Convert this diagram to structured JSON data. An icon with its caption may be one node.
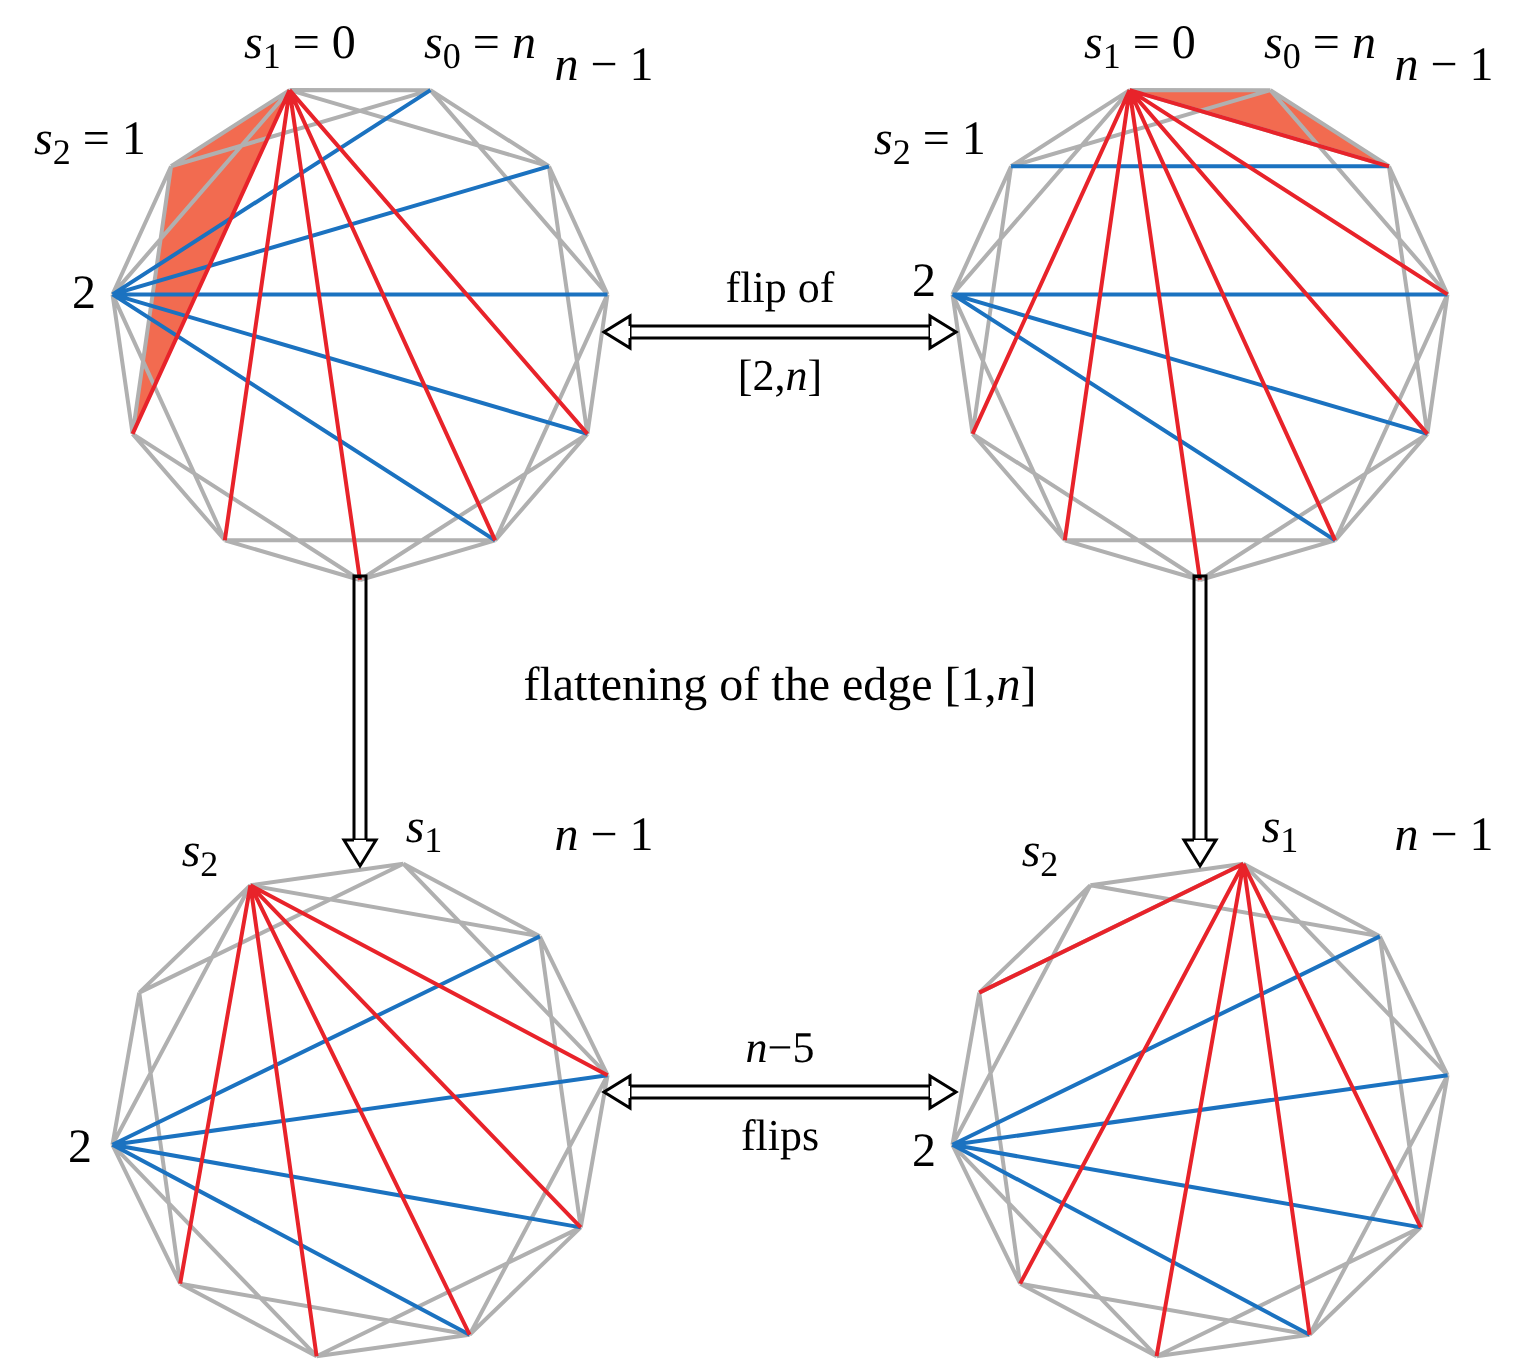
{
  "diagram": {
    "nodes": [
      {
        "text": [],
        "shape": "picture",
        "beside": [
          "*s*$_{1}$ = 0",
          "*s*$_{0}$ = *n*",
          "*s*$_{2}$ = 1",
          "*n* − 1",
          "2"
        ]
      },
      {
        "text": [],
        "shape": "picture",
        "beside": [
          "*s*$_{1}$ = 0",
          "*s*$_{0}$ = *n*",
          "*s*$_{2}$ = 1",
          "*n* − 1",
          "2"
        ]
      },
      {
        "text": [],
        "shape": "picture",
        "beside": [
          "*s*$_{1}$",
          "*s*$_{2}$",
          "*n* − 1",
          "2"
        ]
      },
      {
        "text": [],
        "shape": "picture",
        "beside": [
          "*s*$_{1}$",
          "*s*$_{2}$",
          "*n* − 1",
          "2"
        ]
      }
    ],
    "edges": [
      {
        "from": 0,
        "to": 1,
        "arrow": "both",
        "label": "flip of [2,*n*]"
      },
      {
        "from": 0,
        "to": 2,
        "arrow": "to"
      },
      {
        "from": 1,
        "to": 3,
        "arrow": "to"
      },
      {
        "from": 2,
        "to": 3,
        "arrow": "both",
        "label": "*n*−5 flips"
      }
    ],
    "labels": [
      "flattening of the edge [1,*n*]"
    ]
  }
}
